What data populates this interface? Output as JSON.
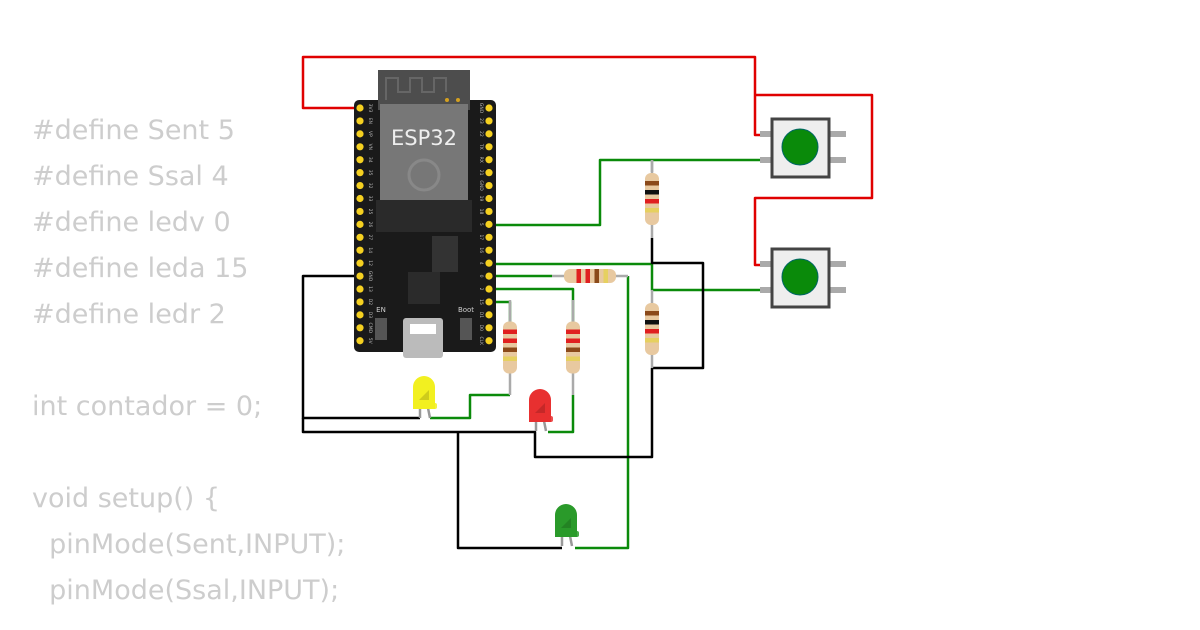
{
  "code_lines": [
    "#define Sent 5",
    "#define Ssal 4",
    "#define ledv 0",
    "#define leda 15",
    "#define ledr 2",
    "",
    "int contador = 0;",
    "",
    "void setup() {",
    "  pinMode(Sent,INPUT);",
    "  pinMode(Ssal,INPUT);"
  ],
  "board": {
    "name": "ESP32",
    "left_pins": [
      "3V3",
      "EN",
      "VP",
      "VN",
      "34",
      "35",
      "32",
      "33",
      "25",
      "26",
      "27",
      "14",
      "12",
      "GND",
      "13",
      "D2",
      "D3",
      "CMD",
      "5V"
    ],
    "right_pins": [
      "GND",
      "23",
      "22",
      "TX",
      "RX",
      "21",
      "GND",
      "19",
      "18",
      "5",
      "17",
      "16",
      "4",
      "0",
      "2",
      "15",
      "D1",
      "D0",
      "CLK"
    ],
    "en_label": "EN",
    "boot_label": "Boot"
  },
  "colors": {
    "wire_power": "#e00000",
    "wire_signal": "#0a8a0a",
    "wire_ground": "#000000",
    "code_text": "#cdcdcd",
    "led_yellow": "#f2f020",
    "led_red": "#e83030",
    "led_green": "#2a9a2a",
    "button_cap": "#0a8a0a"
  },
  "components": {
    "buttons": [
      "button-1",
      "button-2"
    ],
    "leds": [
      "yellow",
      "red",
      "green"
    ],
    "resistors": 5
  }
}
